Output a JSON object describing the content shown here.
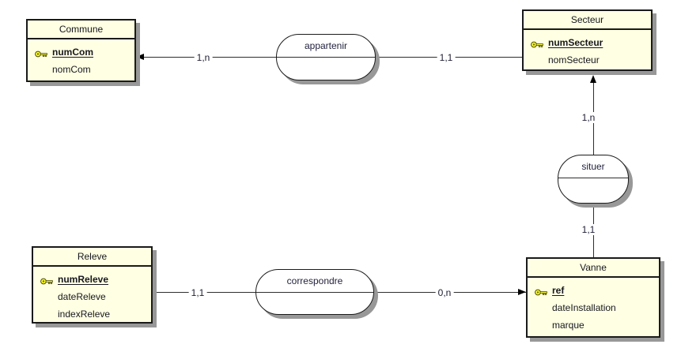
{
  "diagram": {
    "entities": [
      {
        "id": "commune",
        "title": "Commune",
        "attributes": [
          {
            "name": "numCom",
            "key": true
          },
          {
            "name": "nomCom",
            "key": false
          }
        ]
      },
      {
        "id": "secteur",
        "title": "Secteur",
        "attributes": [
          {
            "name": "numSecteur",
            "key": true
          },
          {
            "name": "nomSecteur",
            "key": false
          }
        ]
      },
      {
        "id": "releve",
        "title": "Releve",
        "attributes": [
          {
            "name": "numReleve",
            "key": true
          },
          {
            "name": "dateReleve",
            "key": false
          },
          {
            "name": "indexReleve",
            "key": false
          }
        ]
      },
      {
        "id": "vanne",
        "title": "Vanne",
        "attributes": [
          {
            "name": "ref",
            "key": true
          },
          {
            "name": "dateInstallation",
            "key": false
          },
          {
            "name": "marque",
            "key": false
          }
        ]
      }
    ],
    "relationships": [
      {
        "id": "appartenir",
        "label": "appartenir"
      },
      {
        "id": "situer",
        "label": "situer"
      },
      {
        "id": "correspondre",
        "label": "correspondre"
      }
    ],
    "cardinalities": [
      {
        "between": "appartenir-commune",
        "value": "1,n"
      },
      {
        "between": "appartenir-secteur",
        "value": "1,1"
      },
      {
        "between": "situer-secteur",
        "value": "1,n"
      },
      {
        "between": "situer-vanne",
        "value": "1,1"
      },
      {
        "between": "correspondre-releve",
        "value": "1,1"
      },
      {
        "between": "correspondre-vanne",
        "value": "0,n"
      }
    ],
    "colors": {
      "entity_fill": "#FFFFE3",
      "entity_border": "#1A1A1A",
      "relation_fill": "#FFFFFF",
      "shadow": "#989898",
      "line": "#2E2E2E",
      "key_icon": "#FFFF33",
      "text": "#17171F"
    }
  }
}
